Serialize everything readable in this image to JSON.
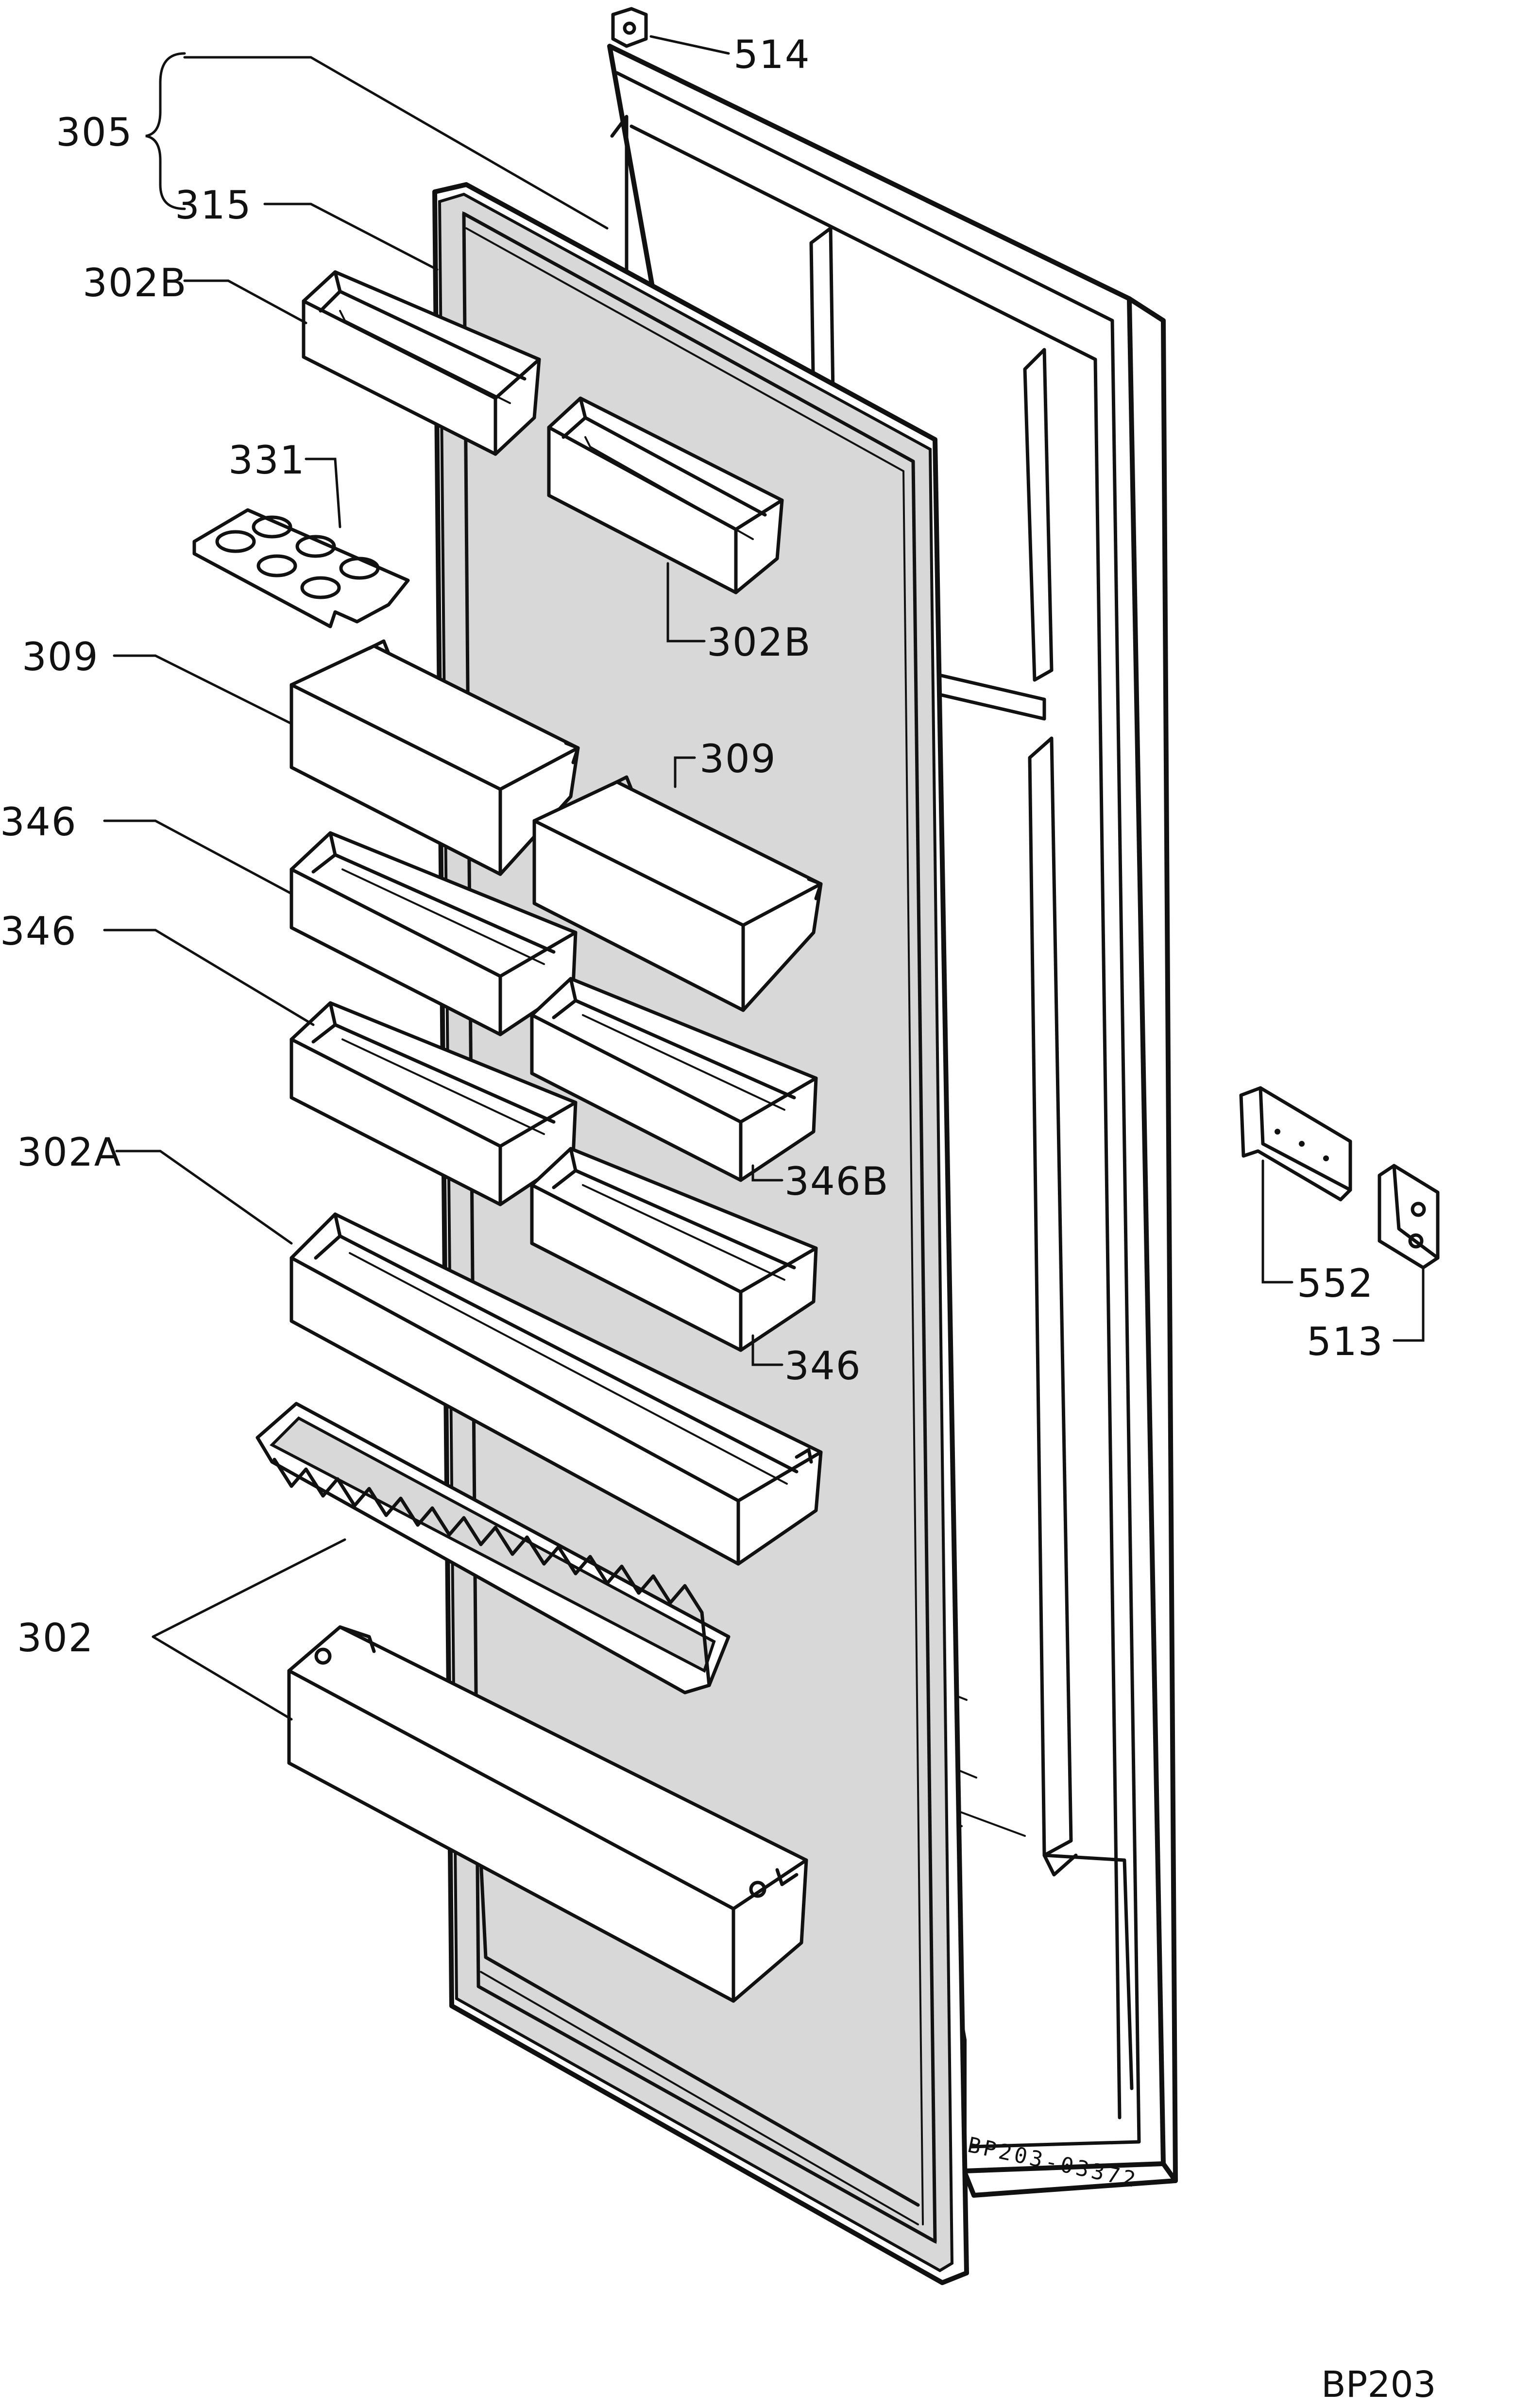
{
  "diagram": {
    "labels": {
      "p305": "305",
      "p315": "315",
      "p514": "514",
      "p302B_top": "302B",
      "p331": "331",
      "p302B_mid": "302B",
      "p309_left": "309",
      "p309_right": "309",
      "p346_a": "346",
      "p346_b": "346",
      "p346B": "346B",
      "p302A": "302A",
      "p346_c": "346",
      "p302": "302",
      "p552": "552",
      "p513": "513"
    },
    "stamp": "BP203-03372",
    "corner_code": "BP203"
  }
}
